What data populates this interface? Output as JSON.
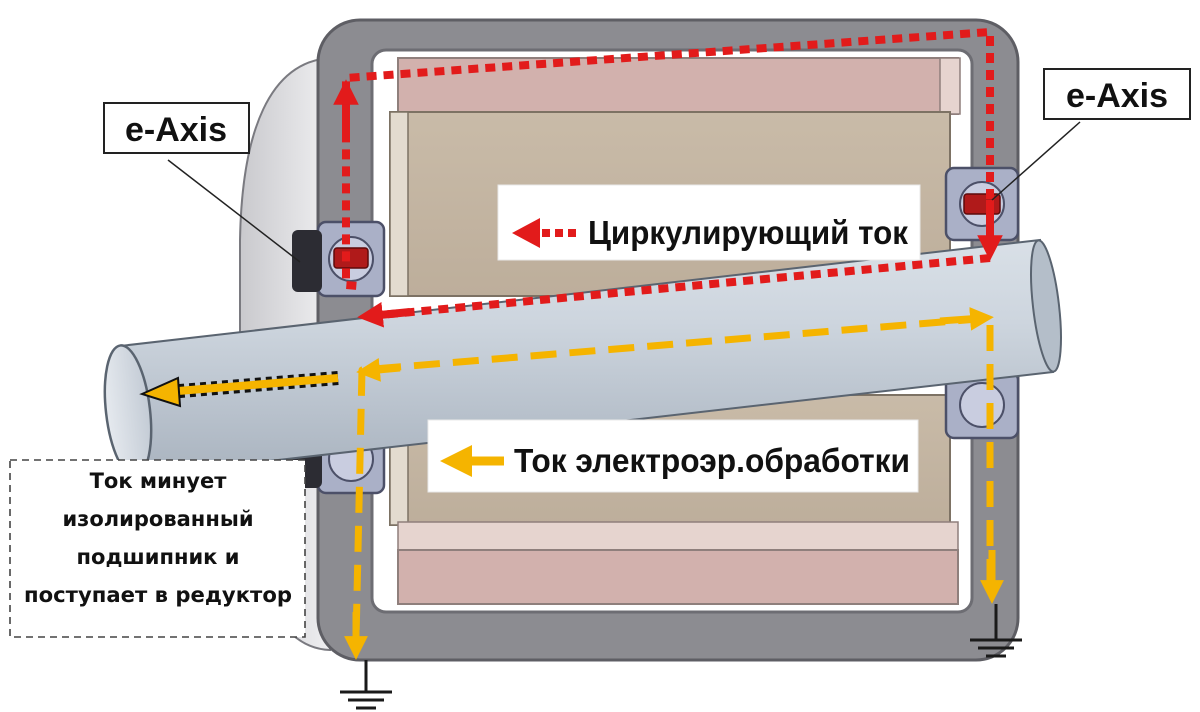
{
  "labels": {
    "eaxis_left": "e-Axis",
    "eaxis_right": "e-Axis",
    "circulating_current": "Циркулирующий ток",
    "edm_current": "Ток электроэр.обработки"
  },
  "note": {
    "lines": [
      "Ток минует",
      "изолированный",
      "подшипник и",
      "поступает в редуктор"
    ]
  },
  "colors": {
    "circulating_current": "#e21b1b",
    "edm_current": "#f5b400",
    "housing": "#8c8c91",
    "stator": "#c7b8a6",
    "winding": "#d2b1ad",
    "shaft": "#c7d0d9",
    "bearing": "#aab0c7",
    "rotor_element": "#b01a1a"
  }
}
